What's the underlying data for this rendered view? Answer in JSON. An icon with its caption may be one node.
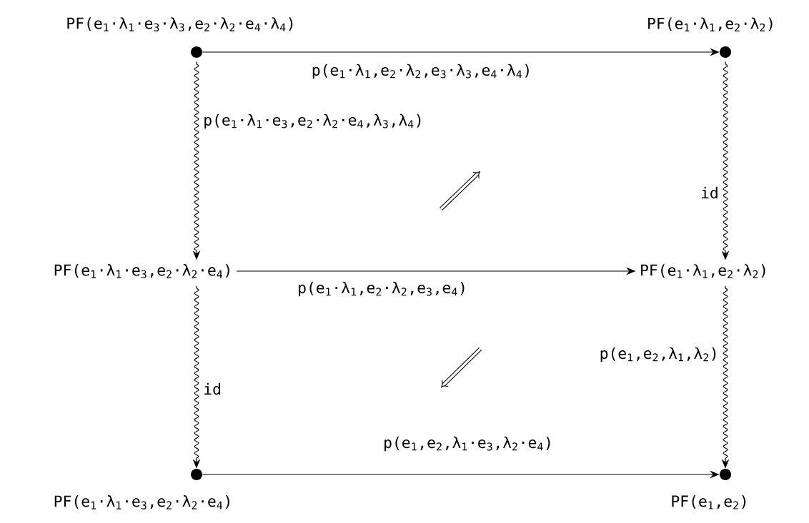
{
  "diagram": {
    "nodes": [
      {
        "text": [
          "PF(e$_{1}$·λ$_{1}$·e$_{3}$·λ$_{3}$,e$_{2}$·λ$_{2}$·e$_{4}$·λ$_{4}$)"
        ]
      },
      {
        "text": [
          "PF(e$_{1}$·λ$_{1}$,e$_{2}$·λ$_{2}$)"
        ]
      },
      {
        "text": [
          "PF(e$_{1}$·λ$_{1}$·e$_{3}$,e$_{2}$·λ$_{2}$·e$_{4}$)"
        ]
      },
      {
        "text": [
          "PF(e$_{1}$·λ$_{1}$,e$_{2}$·λ$_{2}$)"
        ]
      },
      {
        "text": [
          "PF(e$_{1}$·λ$_{1}$·e$_{3}$,e$_{2}$·λ$_{2}$·e$_{4}$)"
        ]
      },
      {
        "text": [
          "PF(e$_{1}$,e$_{2}$)"
        ]
      }
    ],
    "edges": [
      {
        "from": 0,
        "to": 1,
        "arrow": "to",
        "label": "p(e$_{1}$·λ$_{1}$,e$_{2}$·λ$_{2}$,e$_{3}$·λ$_{3}$,e$_{4}$·λ$_{4}$)"
      },
      {
        "from": 0,
        "to": 2,
        "arrow": "to",
        "label": "p(e$_{1}$·λ$_{1}$·e$_{3}$,e$_{2}$·λ$_{2}$·e$_{4}$,λ$_{3}$,λ$_{4}$)"
      },
      {
        "from": 1,
        "to": 3,
        "arrow": "to",
        "label": "id"
      },
      {
        "from": 2,
        "to": 3,
        "arrow": "to",
        "label": "p(e$_{1}$·λ$_{1}$,e$_{2}$·λ$_{2}$,e$_{3}$,e$_{4}$)"
      },
      {
        "from": 2,
        "to": 4,
        "arrow": "to",
        "label": "id"
      },
      {
        "from": 3,
        "to": 5,
        "arrow": "to",
        "label": "p(e$_{1}$,e$_{2}$,λ$_{1}$,λ$_{2}$)"
      },
      {
        "from": 4,
        "to": 5,
        "arrow": "to",
        "label": "p(e$_{1}$,e$_{2}$,λ$_{1}$·e$_{3}$,λ$_{2}$·e$_{4}$)"
      }
    ]
  }
}
